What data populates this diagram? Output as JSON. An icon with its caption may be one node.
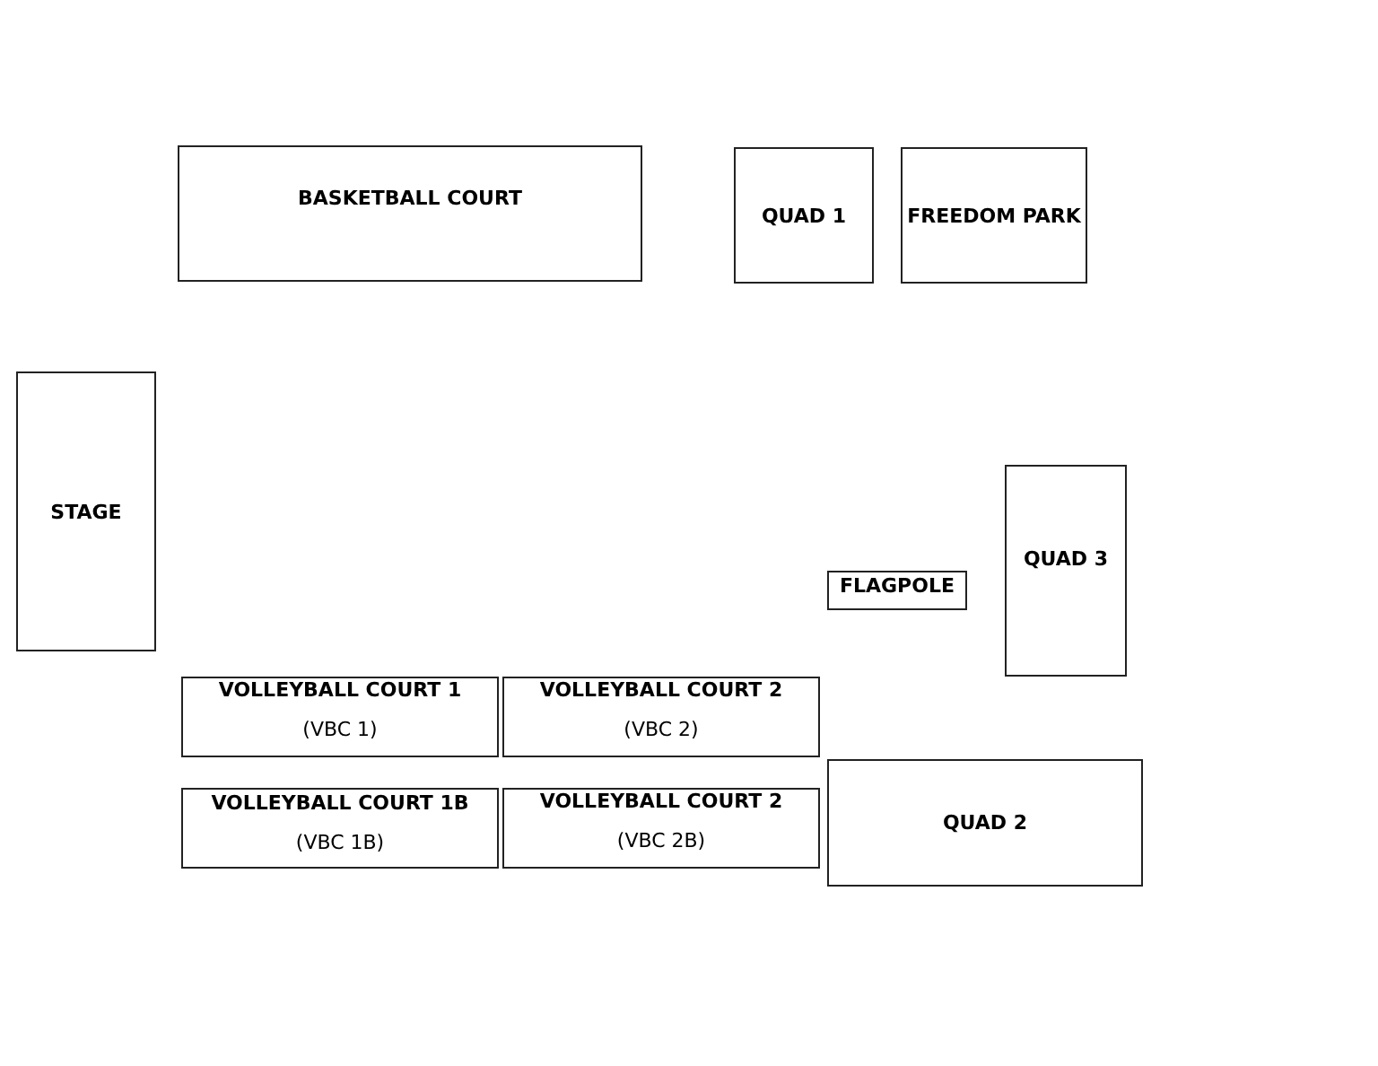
{
  "diagram": {
    "nodes": [
      {
        "text": [
          "BASKETBALL COURT"
        ]
      },
      {
        "text": [
          "QUAD 1"
        ]
      },
      {
        "text": [
          "FREEDOM PARK"
        ]
      },
      {
        "text": [
          "STAGE"
        ]
      },
      {
        "text": [
          "QUAD 3"
        ]
      },
      {
        "text": [
          "FLAGPOLE"
        ]
      },
      {
        "text": [
          "VOLLEYBALL COURT 1",
          "(VBC 1)"
        ]
      },
      {
        "text": [
          "VOLLEYBALL COURT 2",
          "(VBC 2)"
        ]
      },
      {
        "text": [
          "VOLLEYBALL COURT 1B",
          "(VBC 1B)"
        ]
      },
      {
        "text": [
          "VOLLEYBALL COURT 2",
          "(VBC 2B)"
        ]
      },
      {
        "text": [
          "QUAD 2"
        ]
      }
    ]
  }
}
